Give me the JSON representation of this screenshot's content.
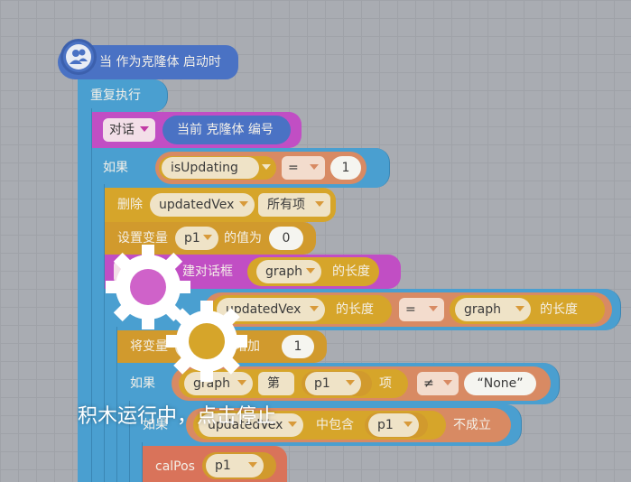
{
  "hat": {
    "label": "当 作为克隆体 启动时"
  },
  "repeat": {
    "label": "重复执行"
  },
  "say": {
    "dropdown": "对话",
    "reporter": "当前 克隆体 编号"
  },
  "if1": {
    "label": "如果",
    "var": "isUpdating",
    "op": "=",
    "value": "1"
  },
  "delete": {
    "label": "删除",
    "list": "updatedVex",
    "item": "所有项"
  },
  "setvar": {
    "label": "设置变量",
    "var": "p1",
    "mid": "的值为",
    "value": "0"
  },
  "ask": {
    "prefix": "自己",
    "label": "建对话框",
    "list": "graph",
    "suffix": "的长度"
  },
  "until": {
    "list1": "updatedVex",
    "suffix1": "的长度",
    "op": "=",
    "list2": "graph",
    "suffix2": "的长度"
  },
  "change": {
    "label": "将变量",
    "var": "p1",
    "mid": "增加",
    "value": "1"
  },
  "if2": {
    "label": "如果",
    "list": "graph",
    "di": "第",
    "var": "p1",
    "xiang": "项",
    "op": "≠",
    "value": "“None”"
  },
  "if3": {
    "label": "如果",
    "list": "updatedVex",
    "contains": "中包含",
    "var": "p1",
    "not": "不成立"
  },
  "calpos": {
    "label": "calPos",
    "var": "p1"
  },
  "overlay": {
    "message": "积木运行中，点击停止"
  },
  "colors": {
    "background": "#a9acb2",
    "event": "#4a72c4",
    "control": "#4a9fd0",
    "looks": "#c14ec4",
    "operator": "#d88a63",
    "data": "#d6a52a",
    "custom": "#d9735a"
  }
}
